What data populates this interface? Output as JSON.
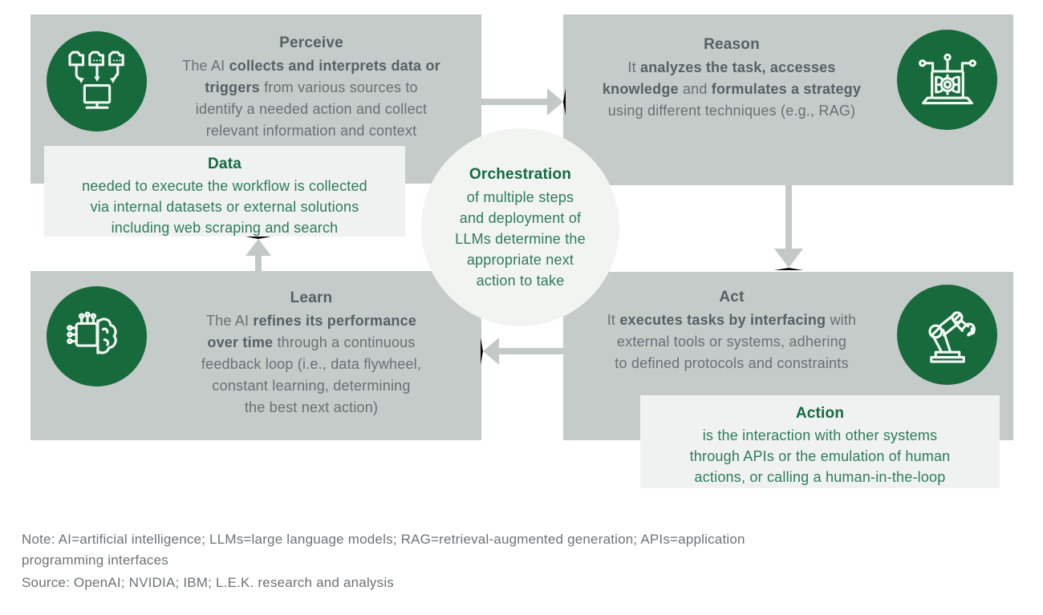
{
  "colors": {
    "background": "#ffffff",
    "step_box": "#c5cbc9",
    "callout_box": "#eff2f0",
    "orchestration_circle": "#f2f4f2",
    "icon_circle_green": "#176a3c",
    "green_title": "#156940",
    "green_body": "#2e7c5a",
    "gray_title": "#566065",
    "gray_body": "#697074",
    "arrow": "#c2c9c7",
    "footer_text": "#6d7377"
  },
  "icons": {
    "perceive": "data-sources-to-computer-icon",
    "reason": "laptop-gear-circuit-icon",
    "act": "robot-arm-icon",
    "learn": "brain-chip-icon"
  },
  "boxes": {
    "perceive": {
      "title": "Perceive",
      "lines": [
        [
          {
            "t": "The AI ",
            "b": 0
          },
          {
            "t": "collects and interprets data or",
            "b": 1
          }
        ],
        [
          {
            "t": "triggers",
            "b": 1
          },
          {
            "t": " from various sources to",
            "b": 0
          }
        ],
        [
          {
            "t": "identify a needed action and collect",
            "b": 0
          }
        ],
        [
          {
            "t": "relevant information and context",
            "b": 0
          }
        ]
      ]
    },
    "reason": {
      "title": "Reason",
      "lines": [
        [
          {
            "t": "It ",
            "b": 0
          },
          {
            "t": "analyzes the task, accesses",
            "b": 1
          }
        ],
        [
          {
            "t": "knowledge",
            "b": 1
          },
          {
            "t": " and ",
            "b": 0
          },
          {
            "t": "formulates a strategy",
            "b": 1
          }
        ],
        [
          {
            "t": "using different techniques (e.g., RAG)",
            "b": 0
          }
        ]
      ]
    },
    "act": {
      "title": "Act",
      "lines": [
        [
          {
            "t": "It ",
            "b": 0
          },
          {
            "t": "executes tasks by interfacing",
            "b": 1
          },
          {
            "t": " with",
            "b": 0
          }
        ],
        [
          {
            "t": "external tools or systems, adhering",
            "b": 0
          }
        ],
        [
          {
            "t": "to defined protocols and constraints",
            "b": 0
          }
        ]
      ]
    },
    "learn": {
      "title": "Learn",
      "lines": [
        [
          {
            "t": "The AI ",
            "b": 0
          },
          {
            "t": "refines its performance",
            "b": 1
          }
        ],
        [
          {
            "t": "over time",
            "b": 1
          },
          {
            "t": " through a continuous",
            "b": 0
          }
        ],
        [
          {
            "t": "feedback loop (i.e., data flywheel,",
            "b": 0
          }
        ],
        [
          {
            "t": "constant learning, determining",
            "b": 0
          }
        ],
        [
          {
            "t": "the best next action)",
            "b": 0
          }
        ]
      ]
    }
  },
  "callouts": {
    "data": {
      "title": "Data",
      "lines": [
        "needed to execute the workflow is collected",
        "via internal datasets or external solutions",
        "including web scraping and search"
      ]
    },
    "action": {
      "title": "Action",
      "lines": [
        "is the interaction with other systems",
        "through APIs or the emulation of human",
        "actions, or calling a human-in-the-loop"
      ]
    }
  },
  "center": {
    "title": "Orchestration",
    "lines": [
      "of multiple steps",
      "and deployment of",
      "LLMs determine the",
      "appropriate next",
      "action to take"
    ]
  },
  "footer": {
    "note_lines": [
      "Note: AI=artificial intelligence; LLMs=large language models; RAG=retrieval-augmented generation; APIs=application",
      "programming interfaces"
    ],
    "source": "Source: OpenAI; NVIDIA; IBM; L.E.K. research and analysis"
  }
}
